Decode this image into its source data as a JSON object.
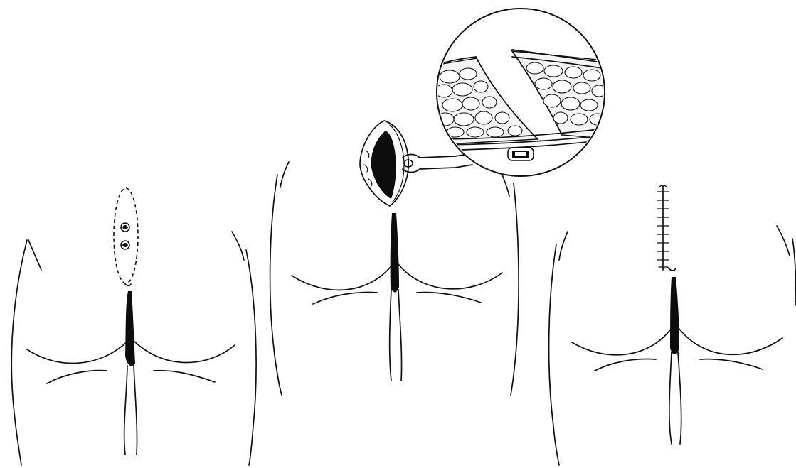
{
  "figure": {
    "panels": [
      {
        "id": "before",
        "elements": [
          "buttocks-outline",
          "dashed-elliptical-incision",
          "pilonidal-sinus-openings"
        ]
      },
      {
        "id": "excision",
        "elements": [
          "buttocks-outline",
          "excised-wound-cavity",
          "magnified-tissue-inset"
        ]
      },
      {
        "id": "closure",
        "elements": [
          "buttocks-outline",
          "sutured-midline-wound"
        ]
      }
    ],
    "colors": {
      "line": "#111111",
      "background": "#ffffff"
    }
  }
}
